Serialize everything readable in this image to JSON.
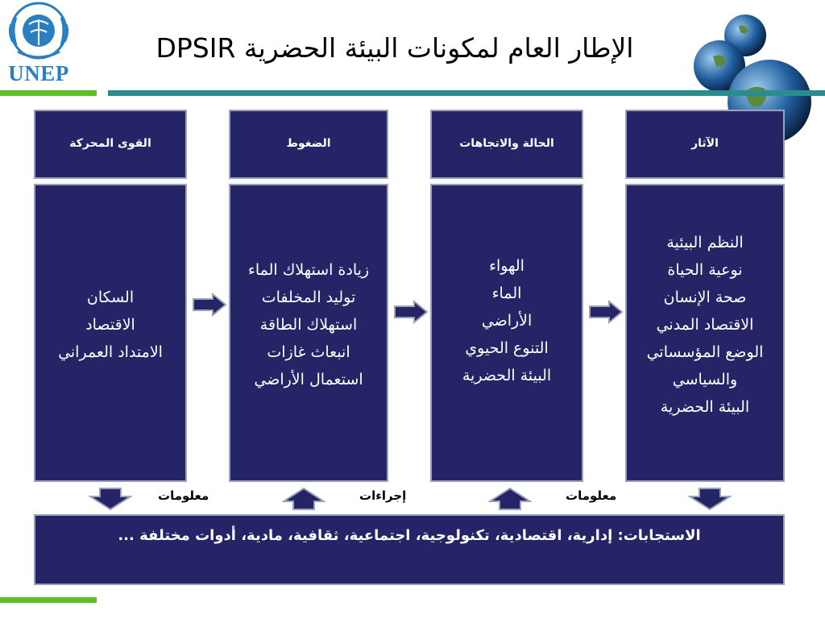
{
  "logo": {
    "text": "UNEP"
  },
  "title": "الإطار العام لمكونات البيئة الحضرية DPSIR",
  "colors": {
    "box_fill": "#242466",
    "box_border": "#9aa3b8",
    "green_rule": "#5cbf26",
    "teal_rule": "#2a8c8f"
  },
  "columns": [
    {
      "header": "القوى المحركة",
      "items": [
        "السكان",
        "الاقتصاد",
        "الامتداد العمراني"
      ]
    },
    {
      "header": "الضغوط",
      "items": [
        "زيادة استهلاك الماء",
        "توليد المخلفات",
        "استهلاك الطاقة",
        "انبعاث غازات",
        "استعمال الأراضي"
      ]
    },
    {
      "header": "الحالة والاتجاهات",
      "items": [
        "الهواء",
        "الماء",
        "الأراضي",
        "التنوع الحيوي",
        "البيئة الحضرية"
      ]
    },
    {
      "header": "الآثار",
      "items": [
        "النظم البيئية",
        "نوعية الحياة",
        "صحة الإنسان",
        "الاقتصاد المدني",
        "الوضع المؤسساتي",
        "والسياسي",
        "البيئة الحضرية"
      ]
    }
  ],
  "labels": {
    "info_left": "معلومات",
    "actions": "إجراءات",
    "info_right": "معلومات"
  },
  "responses": "الاستجابات: إدارية، اقتصادية، تكنولوجية، اجتماعية، ثقافية، مادية، أدوات مختلفة ...",
  "icons": {
    "logo": "unep-emblem-icon",
    "globes": "globes-icon",
    "arrows": [
      "arrow-right-icon",
      "arrow-down-icon",
      "arrow-up-icon"
    ]
  }
}
